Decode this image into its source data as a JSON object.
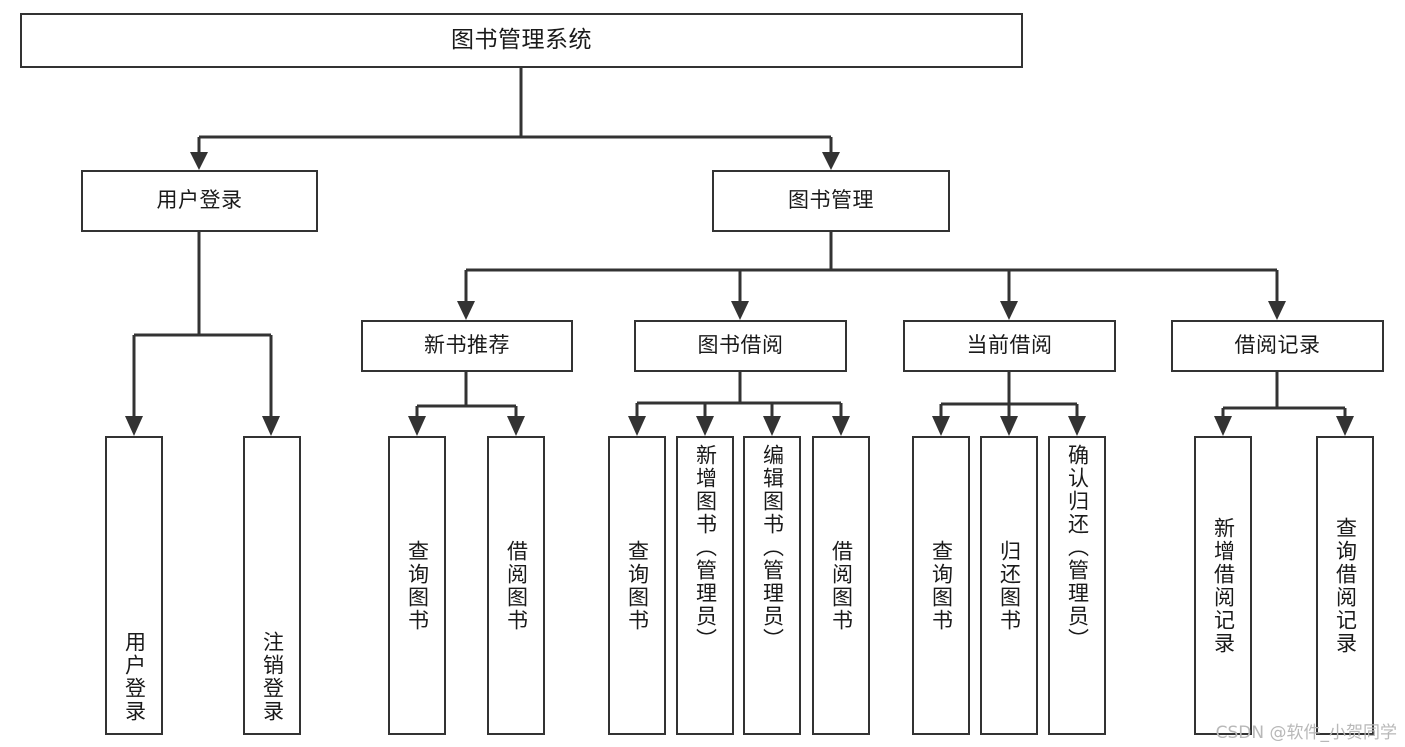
{
  "diagram": {
    "type": "tree-hierarchy-chart",
    "title": "图书管理系统",
    "orientation": "top-down",
    "colors": {
      "background": "#ffffff",
      "border": "#333333",
      "text": "#1a1a1a",
      "watermark": "#b8b8b8"
    }
  },
  "nodes": {
    "root": {
      "label": "图书管理系统",
      "level": 0
    },
    "level1": [
      {
        "id": "user-login",
        "label": "用户登录"
      },
      {
        "id": "book-management",
        "label": "图书管理"
      }
    ],
    "level2": [
      {
        "id": "new-book-recommend",
        "label": "新书推荐",
        "parent": "book-management"
      },
      {
        "id": "book-borrow",
        "label": "图书借阅",
        "parent": "book-management"
      },
      {
        "id": "current-borrow",
        "label": "当前借阅",
        "parent": "book-management"
      },
      {
        "id": "borrow-record",
        "label": "借阅记录",
        "parent": "book-management"
      }
    ],
    "leaves": {
      "user-login": [
        {
          "id": "leaf-user-login",
          "label": "用户登录"
        },
        {
          "id": "leaf-logout-login",
          "label": "注销登录"
        }
      ],
      "new-book-recommend": [
        {
          "id": "leaf-query-book-1",
          "label": "查询图书"
        },
        {
          "id": "leaf-borrow-book-1",
          "label": "借阅图书"
        }
      ],
      "book-borrow": [
        {
          "id": "leaf-query-book-2",
          "label": "查询图书"
        },
        {
          "id": "leaf-add-book-admin",
          "label": "新增图书（管理员）"
        },
        {
          "id": "leaf-edit-book-admin",
          "label": "编辑图书（管理员）"
        },
        {
          "id": "leaf-borrow-book-2",
          "label": "借阅图书"
        }
      ],
      "current-borrow": [
        {
          "id": "leaf-query-book-3",
          "label": "查询图书"
        },
        {
          "id": "leaf-return-book",
          "label": "归还图书"
        },
        {
          "id": "leaf-confirm-return-admin",
          "label": "确认归还（管理员）"
        }
      ],
      "borrow-record": [
        {
          "id": "leaf-add-borrow-record",
          "label": "新增借阅记录"
        },
        {
          "id": "leaf-query-borrow-record",
          "label": "查询借阅记录"
        }
      ]
    }
  },
  "watermark": {
    "text": "CSDN @软件_小贺同学"
  }
}
